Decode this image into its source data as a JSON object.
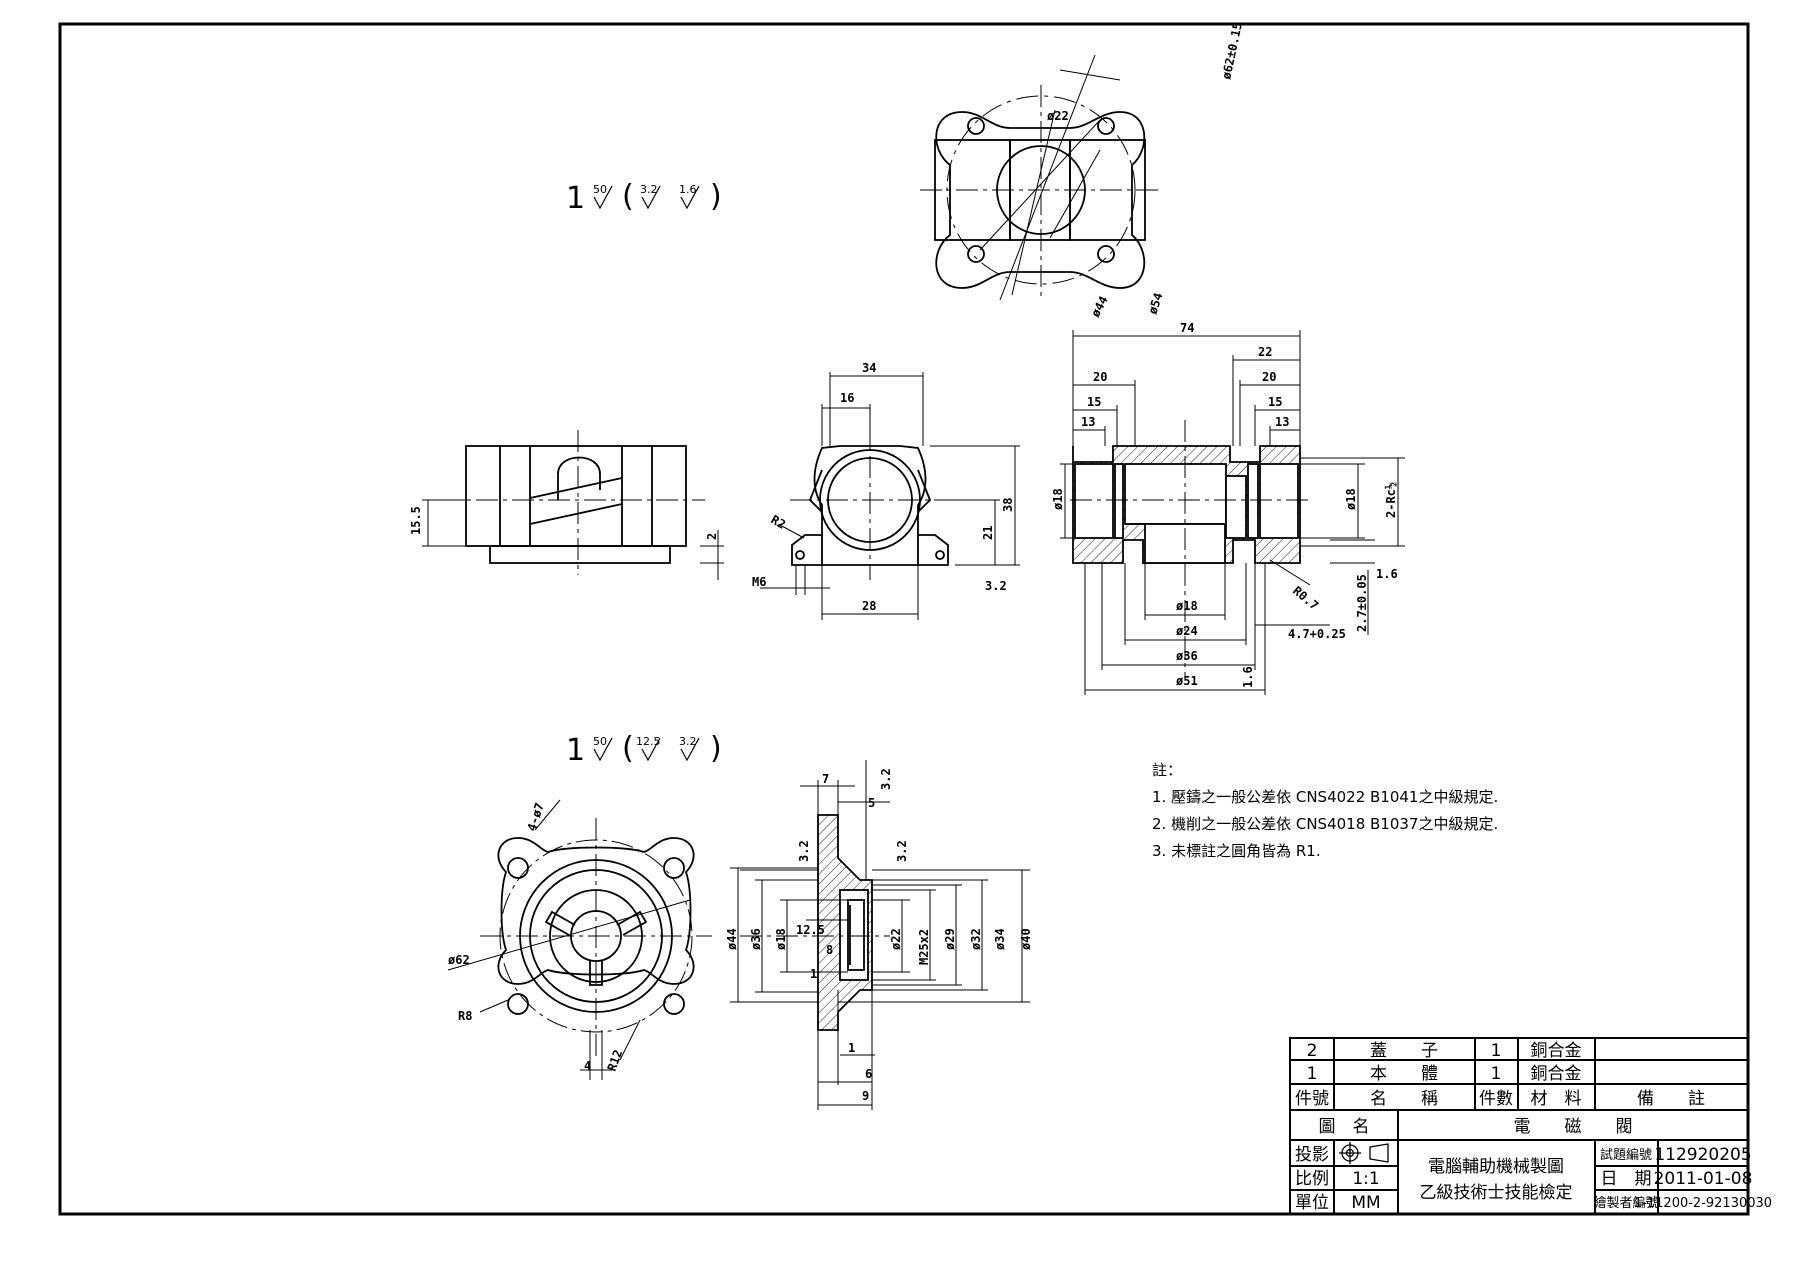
{
  "surface_finish": {
    "body": {
      "base": "1",
      "value": "50",
      "paren": [
        "3.2",
        "1.6"
      ]
    },
    "cover": {
      "base": "1",
      "value": "50",
      "paren": [
        "12.5",
        "3.2"
      ]
    }
  },
  "dimensions": {
    "top_view": [
      "ø62±0.15",
      "ø22",
      "ø44",
      "ø54"
    ],
    "side_view": [
      "15.5",
      "2"
    ],
    "front_view": [
      "34",
      "16",
      "R2",
      "38",
      "21",
      "3.2",
      "M6",
      "28"
    ],
    "section_view": [
      "74",
      "22",
      "20",
      "20",
      "15",
      "15",
      "13",
      "13",
      "ø18",
      "ø18",
      "2-Rc½",
      "1.6",
      "R0.7",
      "ø18",
      "ø24",
      "4.7+0.25",
      "2.7±0.05",
      "ø36",
      "ø51",
      "1.6"
    ],
    "cover_plan": [
      "4-ø7",
      "ø62",
      "R8",
      "R12",
      "4"
    ],
    "cover_section": [
      "7",
      "5",
      "3.2",
      "3.2",
      "3.2",
      "ø44",
      "ø36",
      "ø18",
      "12.5",
      "8",
      "ø22",
      "M25x2",
      "ø29",
      "ø32",
      "ø34",
      "ø40",
      "1",
      "1",
      "6",
      "9"
    ]
  },
  "notes": {
    "heading": "註：",
    "items": [
      "1. 壓鑄之一般公差依 CNS4022 B1041之中級規定.",
      "2. 機削之一般公差依 CNS4018 B1037之中級規定.",
      "3. 未標註之圓角皆為 R1."
    ]
  },
  "title_block": {
    "parts": [
      {
        "no": "2",
        "name": "蓋　　子",
        "qty": "1",
        "material": "銅合金",
        "remark": ""
      },
      {
        "no": "1",
        "name": "本　　體",
        "qty": "1",
        "material": "銅合金",
        "remark": ""
      }
    ],
    "headers": {
      "no": "件號",
      "name": "名　　稱",
      "qty": "件數",
      "material": "材　料",
      "remark": "備　　註"
    },
    "drawing_name_label": "圖　名",
    "drawing_name": "電　　磁　　閥",
    "projection_label": "投影",
    "scale_label": "比例",
    "scale": "1:1",
    "unit_label": "單位",
    "unit": "MM",
    "org_line1": "電腦輔助機械製圖",
    "org_line2": "乙級技術士技能檢定",
    "exam_no_label": "試題編號",
    "exam_no": "112920205",
    "date_label": "日　期",
    "date": "2011-01-08",
    "drafter_label": "繪製者編號",
    "drafter_no": "1-11200-2-92130030"
  }
}
